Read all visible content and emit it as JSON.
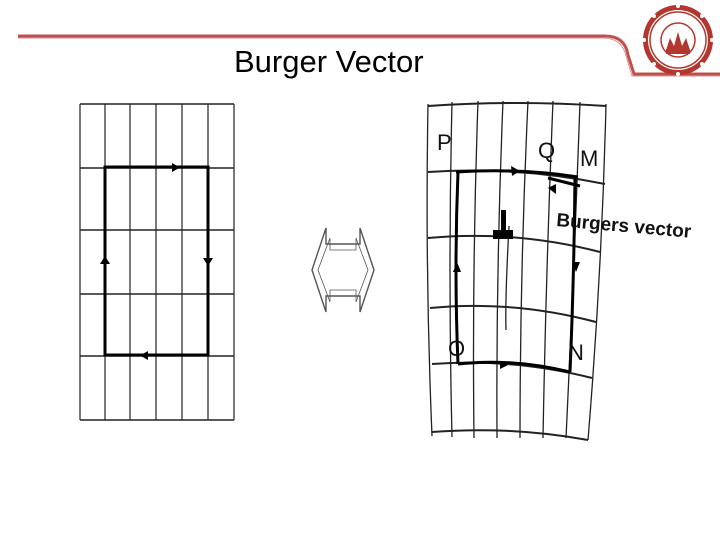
{
  "slide": {
    "title": "Burger Vector",
    "accent_color": "#c0504d"
  },
  "diagram": {
    "left_panel": {
      "type": "perfect-lattice-burgers-circuit"
    },
    "arrow": {
      "type": "double-headed-hollow-arrow"
    },
    "right_panel": {
      "type": "dislocated-lattice-burgers-circuit",
      "labels": {
        "p": "P",
        "q": "Q",
        "m": "M",
        "o": "O",
        "n": "N"
      },
      "vector_label": "Burgers vector"
    }
  },
  "logo": {
    "type": "university-seal-icon"
  }
}
